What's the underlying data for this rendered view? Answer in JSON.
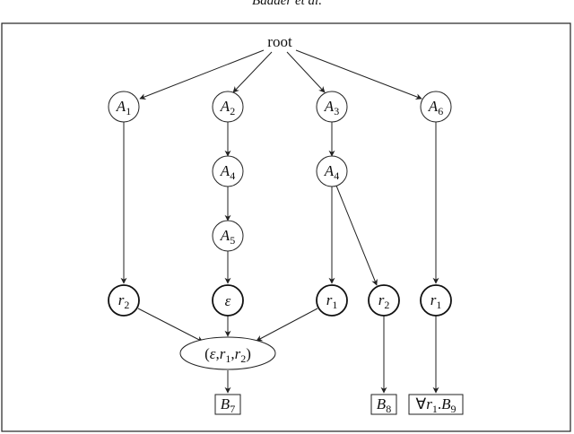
{
  "header": {
    "text": "Baader et al."
  },
  "diagram": {
    "root": "root",
    "nodes": {
      "A1": {
        "base": "A",
        "sub": "1"
      },
      "A2": {
        "base": "A",
        "sub": "2"
      },
      "A3": {
        "base": "A",
        "sub": "3"
      },
      "A6": {
        "base": "A",
        "sub": "6"
      },
      "A4a": {
        "base": "A",
        "sub": "4"
      },
      "A4b": {
        "base": "A",
        "sub": "4"
      },
      "A5": {
        "base": "A",
        "sub": "5"
      },
      "r2a": {
        "base": "r",
        "sub": "2"
      },
      "eps": {
        "base": "ε",
        "sub": ""
      },
      "r1a": {
        "base": "r",
        "sub": "1"
      },
      "r2b": {
        "base": "r",
        "sub": "2"
      },
      "r1b": {
        "base": "r",
        "sub": "1"
      },
      "tuple": {
        "open": "(",
        "eps": "ε",
        "comma1": ",",
        "r1": "r",
        "r1sub": "1",
        "comma2": ",",
        "r2": "r",
        "r2sub": "2",
        "close": ")"
      },
      "B7": {
        "base": "B",
        "sub": "7"
      },
      "B8": {
        "base": "B",
        "sub": "8"
      },
      "B9": {
        "forall": "∀",
        "r": "r",
        "rsub": "1",
        "dot": ".",
        "base": "B",
        "sub": "9"
      }
    }
  }
}
